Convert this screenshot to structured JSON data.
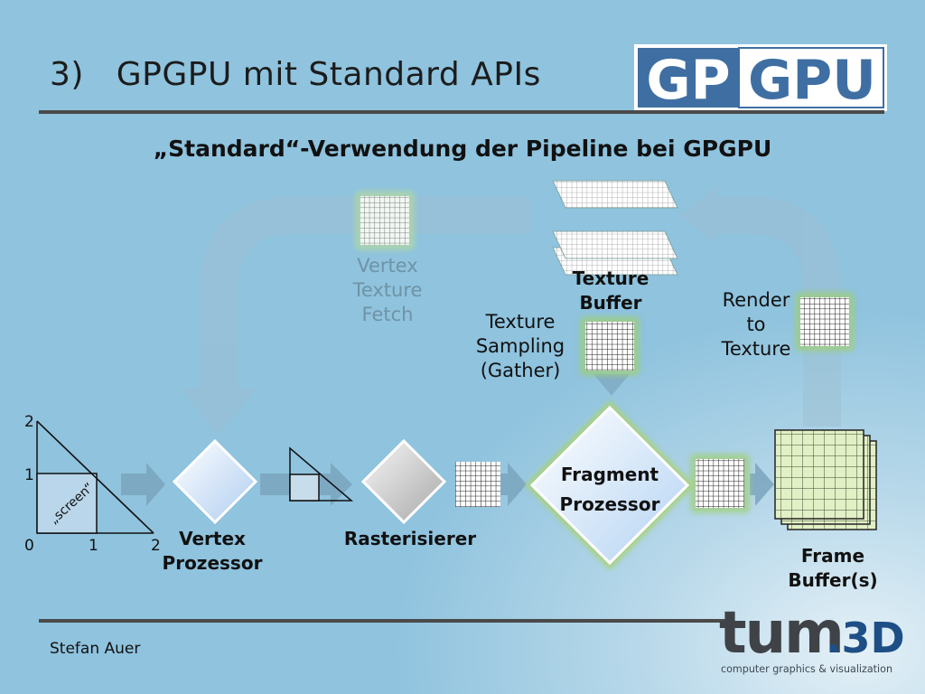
{
  "slide": {
    "title": "3)   GPGPU mit Standard APIs",
    "subtitle": "„Standard“-Verwendung der Pipeline bei GPGPU",
    "author": "Stefan Auer"
  },
  "logo_gpgpu": {
    "part1": "GP",
    "part2": "GPU"
  },
  "logo_tum": {
    "tum": "tum",
    "suffix": ".3D",
    "tagline": "computer graphics & visualization"
  },
  "labels": {
    "vertex_texture_fetch": [
      "Vertex",
      "Texture",
      "Fetch"
    ],
    "texture_buffer": [
      "Texture",
      "Buffer"
    ],
    "texture_sampling": [
      "Texture",
      "Sampling",
      "(Gather)"
    ],
    "render_to_texture": [
      "Render",
      "to",
      "Texture"
    ],
    "vertex_prozessor": [
      "Vertex",
      "Prozessor"
    ],
    "rasterisierer": "Rasterisierer",
    "fragment_prozessor": [
      "Fragment",
      "Prozessor"
    ],
    "frame_buffer": [
      "Frame",
      "Buffer(s)"
    ]
  },
  "screen_plot": {
    "tick_labels_y": [
      "2",
      "1"
    ],
    "tick_labels_x": [
      "0",
      "1",
      "2"
    ],
    "region_label": "„screen“"
  },
  "colors": {
    "background": "#8fc3de",
    "title_rule": "#4a4a4a",
    "logo_blue": "#3f6fa2",
    "frame_buffer_green": "#e2f0c5"
  }
}
